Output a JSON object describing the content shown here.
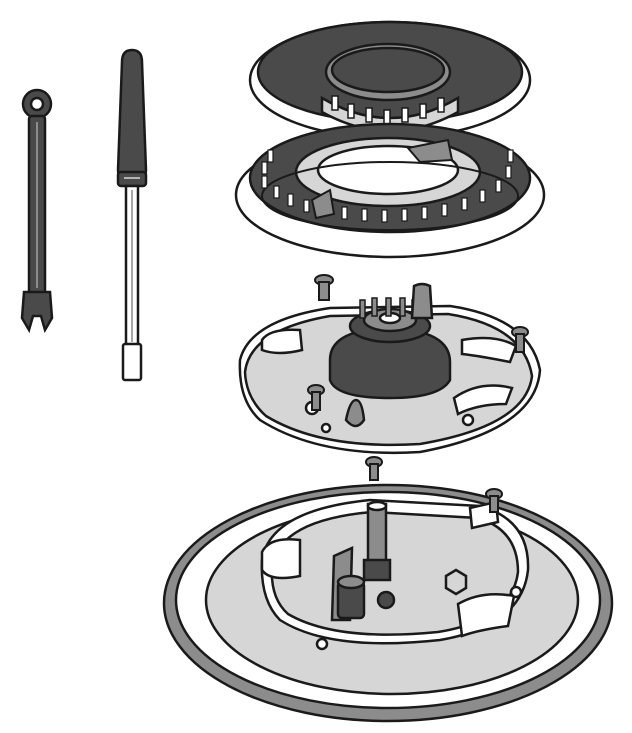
{
  "figure": {
    "parts": [
      {
        "key": "wrench",
        "icon": "open-end-wrench-icon"
      },
      {
        "key": "screwdriver",
        "icon": "screwdriver-icon"
      },
      {
        "key": "burner_cap",
        "icon": "burner-cap-icon"
      },
      {
        "key": "flame_spreader",
        "icon": "flame-spreader-icon"
      },
      {
        "key": "burner_base",
        "icon": "burner-base-icon"
      },
      {
        "key": "screws",
        "icon": "screw-icon"
      },
      {
        "key": "cooktop_plate",
        "icon": "cooktop-mounting-plate-icon"
      }
    ],
    "colors": {
      "outline": "#1a1a1a",
      "dark_fill": "#4a4a4a",
      "mid_fill": "#8c8c8c",
      "light_fill": "#d6d6d6",
      "paper": "#ffffff"
    }
  }
}
